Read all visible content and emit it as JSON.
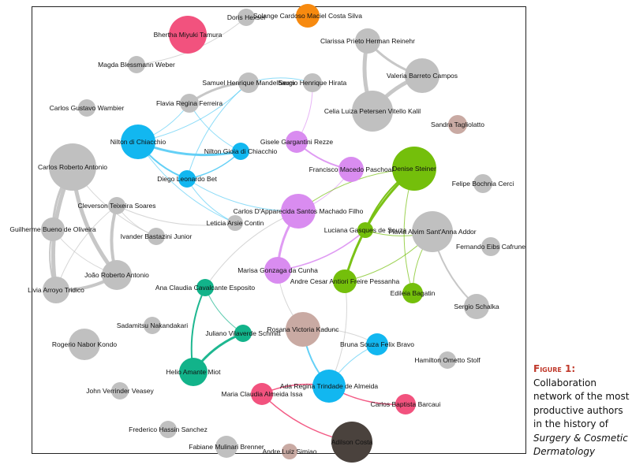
{
  "caption": {
    "figure_label": "Figure 1:",
    "text_before": " Collaboration network of the most productive authors in the history of ",
    "journal": "Surgery & Cosmetic Dermatology"
  },
  "colors": {
    "gray": "#c0c0c0",
    "pink": "#f2527e",
    "orange": "#f78a0f",
    "blue": "#12b7f0",
    "purple": "#d98cf0",
    "green": "#74bf0b",
    "teal": "#12b38a",
    "brown": "#c9aaa3",
    "dark": "#4a423d"
  },
  "nodes": [
    {
      "label": "Bhertha Miyuki Tamura",
      "color": "pink"
    },
    {
      "label": "Doris Hexsel",
      "color": "gray"
    },
    {
      "label": "Solange Cardoso Maciel Costa Silva",
      "color": "orange"
    },
    {
      "label": "Magda Blessmann Weber",
      "color": "gray"
    },
    {
      "label": "Clarissa Prieto Herman Reinehr",
      "color": "gray"
    },
    {
      "label": "Valeria Barreto Campos",
      "color": "gray"
    },
    {
      "label": "Celia Luiza Petersen Vitello Kalil",
      "color": "gray"
    },
    {
      "label": "Samuel Henrique Mandelbaum",
      "color": "gray"
    },
    {
      "label": "Sergio Henrique Hirata",
      "color": "gray"
    },
    {
      "label": "Flavia Regina Ferreira",
      "color": "gray"
    },
    {
      "label": "Carlos Gustavo Wambier",
      "color": "gray"
    },
    {
      "label": "Sandra Tagliolatto",
      "color": "brown"
    },
    {
      "label": "Nilton di Chiacchio",
      "color": "blue"
    },
    {
      "label": "Nilton Gioia di Chiacchio",
      "color": "blue"
    },
    {
      "label": "Gisele Gargantini Rezze",
      "color": "purple"
    },
    {
      "label": "Francisco Macedo Paschoal",
      "color": "purple"
    },
    {
      "label": "Denise Steiner",
      "color": "green"
    },
    {
      "label": "Felipe Bochnia Cerci",
      "color": "gray"
    },
    {
      "label": "Carlos Roberto Antonio",
      "color": "gray"
    },
    {
      "label": "Diego Leonardo Bet",
      "color": "blue"
    },
    {
      "label": "Cleverson Teixeira Soares",
      "color": "gray"
    },
    {
      "label": "Carlos D'Apparecida Santos Machado Filho",
      "color": "purple"
    },
    {
      "label": "Leticia Arsie Contin",
      "color": "gray"
    },
    {
      "label": "Luciana Gasques de Souza",
      "color": "green"
    },
    {
      "label": "Flavia Alvim Sant'Anna Addor",
      "color": "gray"
    },
    {
      "label": "Guilherme Bueno de Oliveira",
      "color": "gray"
    },
    {
      "label": "Ivander Bastazini Junior",
      "color": "gray"
    },
    {
      "label": "Fernando Eibs Cafrune",
      "color": "gray"
    },
    {
      "label": "Marisa Gonzaga da Cunha",
      "color": "purple"
    },
    {
      "label": "João Roberto Antonio",
      "color": "gray"
    },
    {
      "label": "Livia Arroyo Tridico",
      "color": "gray"
    },
    {
      "label": "Andre Cesar Antiori Freire Pessanha",
      "color": "green"
    },
    {
      "label": "Ana Claudia Cavalcante Esposito",
      "color": "teal"
    },
    {
      "label": "Edileia Bagatin",
      "color": "green"
    },
    {
      "label": "Sergio Schalka",
      "color": "gray"
    },
    {
      "label": "Sadamitsu Nakandakari",
      "color": "gray"
    },
    {
      "label": "Rosana Victoria Kadunc",
      "color": "brown"
    },
    {
      "label": "Juliano Vilaverde Schmitt",
      "color": "teal"
    },
    {
      "label": "Rogerio Nabor Kondo",
      "color": "gray"
    },
    {
      "label": "Bruna Souza Felix Bravo",
      "color": "blue"
    },
    {
      "label": "Hamilton Ometto Stolf",
      "color": "gray"
    },
    {
      "label": "Helio Amante Miot",
      "color": "teal"
    },
    {
      "label": "Ada Regina Trindade de Almeida",
      "color": "blue"
    },
    {
      "label": "John Verrinder Veasey",
      "color": "gray"
    },
    {
      "label": "Maria Claudia Almeida Issa",
      "color": "pink"
    },
    {
      "label": "Carlos Baptista Barcaui",
      "color": "pink"
    },
    {
      "label": "Frederico Hassin Sanchez",
      "color": "gray"
    },
    {
      "label": "Fabiane Mulinari Brenner",
      "color": "gray"
    },
    {
      "label": "Andre Luiz Simiao",
      "color": "brown"
    },
    {
      "label": "Adilson Costa",
      "color": "dark"
    }
  ],
  "edges": [
    [
      3,
      1,
      1,
      "gray"
    ],
    [
      4,
      6,
      5,
      "gray"
    ],
    [
      4,
      5,
      3,
      "gray"
    ],
    [
      5,
      6,
      5,
      "gray"
    ],
    [
      18,
      29,
      5,
      "gray"
    ],
    [
      18,
      30,
      5,
      "gray"
    ],
    [
      18,
      25,
      3,
      "gray"
    ],
    [
      25,
      30,
      2,
      "gray"
    ],
    [
      25,
      29,
      1,
      "gray"
    ],
    [
      30,
      29,
      4,
      "gray"
    ],
    [
      20,
      29,
      4,
      "gray"
    ],
    [
      20,
      30,
      1,
      "gray"
    ],
    [
      20,
      22,
      1,
      "gray"
    ],
    [
      20,
      26,
      1,
      "gray"
    ],
    [
      18,
      26,
      1,
      "gray"
    ],
    [
      12,
      13,
      3,
      "blue"
    ],
    [
      12,
      19,
      2,
      "blue"
    ],
    [
      19,
      13,
      1.5,
      "blue"
    ],
    [
      12,
      7,
      1,
      "blue"
    ],
    [
      12,
      9,
      1,
      "blue"
    ],
    [
      7,
      19,
      1,
      "blue"
    ],
    [
      7,
      9,
      3,
      "gray"
    ],
    [
      9,
      13,
      1,
      "blue"
    ],
    [
      8,
      7,
      1,
      "blue"
    ],
    [
      19,
      22,
      1,
      "blue"
    ],
    [
      12,
      22,
      1,
      "blue"
    ],
    [
      19,
      21,
      1,
      "blue"
    ],
    [
      14,
      15,
      2,
      "purple"
    ],
    [
      14,
      8,
      1,
      "purple"
    ],
    [
      21,
      28,
      3,
      "purple"
    ],
    [
      21,
      15,
      1,
      "purple"
    ],
    [
      21,
      32,
      1,
      "gray"
    ],
    [
      28,
      36,
      1,
      "gray"
    ],
    [
      28,
      23,
      1.5,
      "purple"
    ],
    [
      16,
      31,
      3,
      "green"
    ],
    [
      16,
      23,
      2,
      "green"
    ],
    [
      16,
      33,
      1,
      "green"
    ],
    [
      23,
      24,
      1,
      "green"
    ],
    [
      31,
      24,
      1,
      "green"
    ],
    [
      24,
      34,
      2,
      "gray"
    ],
    [
      24,
      33,
      1,
      "green"
    ],
    [
      16,
      21,
      1,
      "green"
    ],
    [
      32,
      41,
      2,
      "teal"
    ],
    [
      37,
      41,
      3,
      "teal"
    ],
    [
      32,
      37,
      1,
      "teal"
    ],
    [
      36,
      42,
      2,
      "blue"
    ],
    [
      39,
      42,
      1,
      "blue"
    ],
    [
      39,
      36,
      1,
      "gray"
    ],
    [
      42,
      44,
      1.5,
      "pink"
    ],
    [
      42,
      45,
      1.5,
      "pink"
    ],
    [
      44,
      49,
      1.5,
      "pink"
    ],
    [
      42,
      31,
      1,
      "gray"
    ]
  ]
}
